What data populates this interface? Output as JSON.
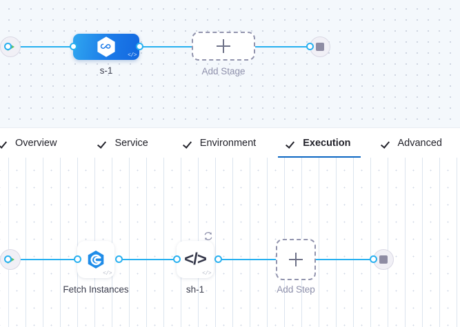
{
  "stage_canvas": {
    "name": "pipeline-stage-canvas",
    "background_color": "#f4f8fc",
    "start_node": {
      "icon": "play-icon",
      "label": ""
    },
    "end_node": {
      "icon": "stop-icon",
      "label": ""
    },
    "stage": {
      "label": "s-1",
      "icon": "harness-deploy-hexagon-icon",
      "badge": "</>",
      "accent_color": "#1b7ae8"
    },
    "add_stage": {
      "label": "Add Stage",
      "icon": "plus-icon"
    }
  },
  "tabs": {
    "name": "stage-config-tabs",
    "items": [
      {
        "label": "Overview",
        "icon": "check-icon",
        "active": false
      },
      {
        "label": "Service",
        "icon": "check-icon",
        "active": false
      },
      {
        "label": "Environment",
        "icon": "check-icon",
        "active": false
      },
      {
        "label": "Execution",
        "icon": "check-icon",
        "active": true
      },
      {
        "label": "Advanced",
        "icon": "check-icon",
        "active": false
      }
    ],
    "active_underline_color": "#0a66c2"
  },
  "step_canvas": {
    "name": "execution-step-canvas",
    "background_color": "#ffffff",
    "start_node": {
      "icon": "play-icon"
    },
    "end_node": {
      "icon": "stop-icon"
    },
    "steps": [
      {
        "label": "Fetch Instances",
        "icon": "fetch-instances-hexagon-icon",
        "badge": "</>",
        "looping": false
      },
      {
        "label": "sh-1",
        "icon": "shell-script-code-icon",
        "glyph": "</>",
        "badge": "</>",
        "looping": true,
        "loop_icon": "loop-strategy-icon"
      }
    ],
    "add_step": {
      "label": "Add Step",
      "icon": "plus-icon"
    }
  },
  "colors": {
    "wire": "#27b0f0",
    "port_fill": "#ffffff",
    "start_play": "#5ec16a",
    "stop_square": "#8e8ca3",
    "stage_gradient_from": "#2fa6f0",
    "stage_gradient_to": "#1368e0",
    "dashed_border": "#9193ad",
    "label_text": "#3b3d4d",
    "muted_text": "#8e90ab"
  }
}
